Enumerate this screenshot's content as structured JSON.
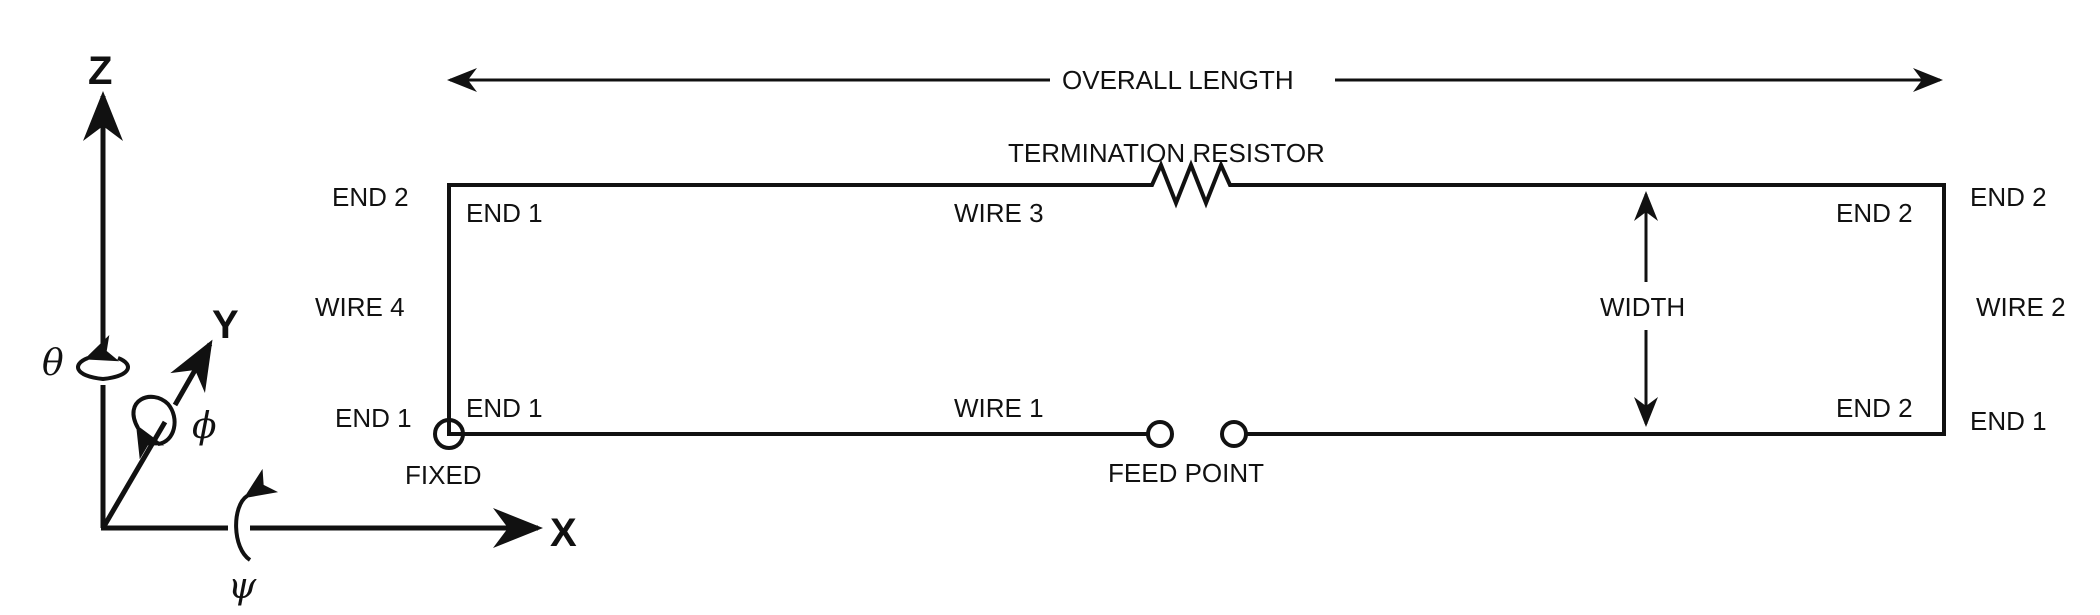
{
  "diagram": {
    "axes": {
      "z_label": "Z",
      "y_label": "Y",
      "x_label": "X",
      "theta_symbol": "θ",
      "phi_symbol": "ϕ",
      "psi_symbol": "ψ"
    },
    "dimensions": {
      "overall_length": "OVERALL LENGTH",
      "width": "WIDTH"
    },
    "components": {
      "termination_resistor": "TERMINATION RESISTOR",
      "feed_point": "FEED POINT",
      "fixed": "FIXED"
    },
    "wires": {
      "wire1": "WIRE 1",
      "wire2": "WIRE 2",
      "wire3": "WIRE 3",
      "wire4": "WIRE 4"
    },
    "ends": {
      "outer_left_top": "END 2",
      "outer_left_bottom": "END 1",
      "inner_top_left": "END 1",
      "inner_bottom_left": "END 1",
      "inner_top_right": "END 2",
      "inner_bottom_right": "END 2",
      "outer_right_top": "END 2",
      "outer_right_bottom": "END 1"
    }
  }
}
